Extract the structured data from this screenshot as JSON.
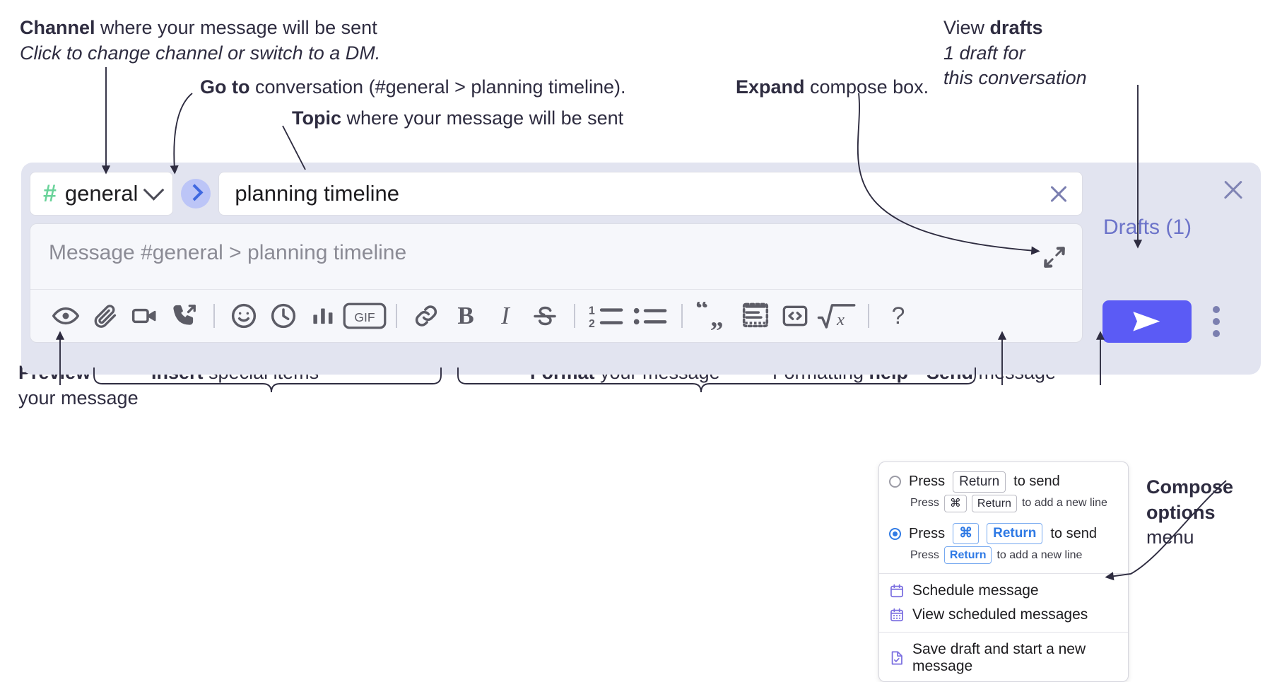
{
  "annotations": {
    "channel": {
      "bold": "Channel",
      "rest": " where your message will be sent",
      "italic": "Click to change channel or switch to a DM."
    },
    "goto": {
      "bold": "Go to",
      "rest": " conversation (#general > planning timeline)."
    },
    "topic": {
      "bold": "Topic",
      "rest": " where your message will be sent"
    },
    "expand": {
      "bold": "Expand",
      "rest": " compose box."
    },
    "drafts": {
      "line1_regular": "View ",
      "line1_bold": "drafts",
      "line2": "1 draft for",
      "line3": "this conversation"
    },
    "preview": {
      "bold": "Preview",
      "rest": "your message"
    },
    "insert": {
      "bold": "Insert",
      "rest": " special items"
    },
    "format": {
      "bold": "Format",
      "rest": " your message"
    },
    "help": {
      "regular": "Formatting ",
      "bold": "help"
    },
    "send": {
      "bold": "Send",
      "rest": " message"
    },
    "compose_options": {
      "bold1": "Compose",
      "bold2": "options",
      "regular": "menu"
    }
  },
  "compose": {
    "channel": {
      "hash": "#",
      "name": "general",
      "chevron": "chevron-down-icon"
    },
    "goto_button": "goto-conversation-button",
    "topic": {
      "value": "planning timeline",
      "clear": "clear-topic-icon"
    },
    "message": {
      "placeholder": "Message #general > planning timeline",
      "value": "",
      "expand": "expand-icon"
    },
    "toolbar": [
      {
        "name": "preview-icon",
        "label": "Preview"
      },
      {
        "name": "attachment-icon",
        "label": "Attach file"
      },
      {
        "name": "video-icon",
        "label": "Video clip"
      },
      {
        "name": "audio-call-icon",
        "label": "Audio clip"
      },
      {
        "name": "divider",
        "label": ""
      },
      {
        "name": "emoji-icon",
        "label": "Emoji"
      },
      {
        "name": "clock-icon",
        "label": "Reminder"
      },
      {
        "name": "poll-icon",
        "label": "Poll"
      },
      {
        "name": "gif-icon",
        "label": "GIF"
      },
      {
        "name": "divider",
        "label": ""
      },
      {
        "name": "link-icon",
        "label": "Link"
      },
      {
        "name": "bold-icon",
        "label": "B"
      },
      {
        "name": "italic-icon",
        "label": "I"
      },
      {
        "name": "strikethrough-icon",
        "label": "S"
      },
      {
        "name": "divider",
        "label": ""
      },
      {
        "name": "ordered-list-icon",
        "label": "Ordered list"
      },
      {
        "name": "bullet-list-icon",
        "label": "Bulleted list"
      },
      {
        "name": "divider",
        "label": ""
      },
      {
        "name": "blockquote-icon",
        "label": "Blockquote"
      },
      {
        "name": "code-block-icon",
        "label": "Code block"
      },
      {
        "name": "inline-code-icon",
        "label": "Code"
      },
      {
        "name": "math-icon",
        "label": "Math"
      },
      {
        "name": "divider",
        "label": ""
      },
      {
        "name": "help-icon",
        "label": "?"
      }
    ],
    "drafts_label": "Drafts (1)",
    "send_button": "send-icon",
    "options_kebab": "kebab-menu-icon",
    "panel_close": "close-panel-icon"
  },
  "options_menu": {
    "option1": {
      "selected": false,
      "prefix": "Press",
      "key": "Return",
      "suffix": "to send",
      "sub_prefix": "Press",
      "sub_key1": "⌘",
      "sub_key2": "Return",
      "sub_suffix": "to add a new line"
    },
    "option2": {
      "selected": true,
      "prefix": "Press",
      "key1": "⌘",
      "key2": "Return",
      "suffix": "to send",
      "sub_prefix": "Press",
      "sub_key": "Return",
      "sub_suffix": "to add a new line"
    },
    "items": [
      {
        "icon": "calendar-icon",
        "label": "Schedule message"
      },
      {
        "icon": "calendar-grid-icon",
        "label": "View scheduled messages"
      },
      {
        "icon": "save-draft-icon",
        "label": "Save draft and start a new message"
      }
    ]
  },
  "colors": {
    "accent": "#5b5bf5",
    "panel_bg": "#e2e4f0",
    "hash_green": "#6ad39a",
    "goto_blue": "#3f68e0",
    "drafts_purple": "#6c73c9",
    "radio_blue": "#2f7ae5",
    "menu_icon_purple": "#7a6ee0"
  }
}
